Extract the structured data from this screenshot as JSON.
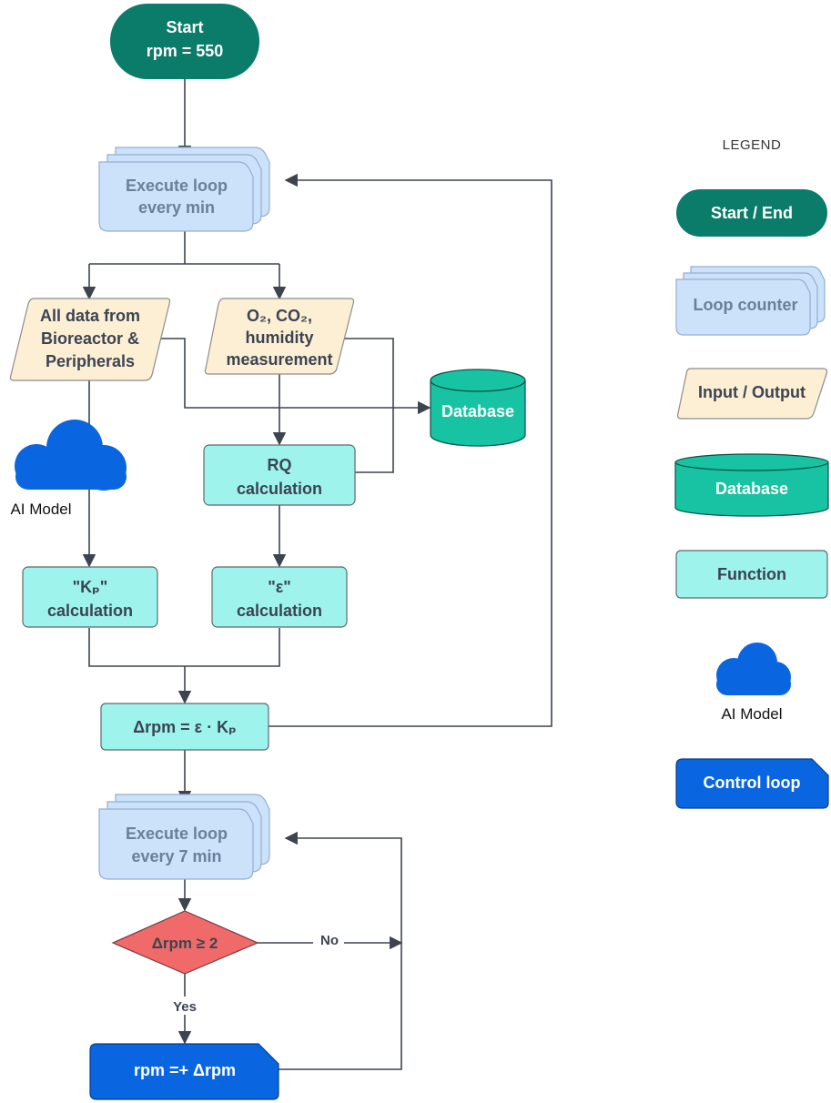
{
  "colors": {
    "start_end": "#0b7b6a",
    "loop_fill": "#cce2fb",
    "loop_stroke": "#93aed0",
    "io_fill": "#fcefd4",
    "database": "#17c3a3",
    "function": "#9ef4ec",
    "decision": "#f06a6a",
    "control_loop": "#0a66e0",
    "cloud": "#0a66e0",
    "line": "#3d4450",
    "text_dark": "#3b4452",
    "text_loop": "#6a7f98"
  },
  "nodes": {
    "start": {
      "line1": "Start",
      "line2": "rpm = 550"
    },
    "loop_min": {
      "line1": "Execute loop",
      "line2": "every min"
    },
    "io_all_data": {
      "line1": "All data from",
      "line2": "Bioreactor &",
      "line3": "Peripherals"
    },
    "io_gas": {
      "line1": "O₂, CO₂,",
      "line2": "humidity",
      "line3": "measurement"
    },
    "database": {
      "label": "Database"
    },
    "ai_model": {
      "label": "AI Model"
    },
    "rq_calc": {
      "line1": "RQ",
      "line2": "calculation"
    },
    "kp_calc": {
      "line1": "\"Kₚ\"",
      "line2": "calculation"
    },
    "eps_calc": {
      "line1": "\"ε\"",
      "line2": "calculation"
    },
    "delta_rpm": {
      "label": "Δrpm = ε · Kₚ"
    },
    "loop_7min": {
      "line1": "Execute loop",
      "line2": "every 7 min"
    },
    "decision": {
      "label": "Δrpm ≥ 2"
    },
    "control": {
      "label": "rpm =+ Δrpm"
    }
  },
  "edge_labels": {
    "no": "No",
    "yes": "Yes"
  },
  "legend": {
    "title": "LEGEND",
    "start_end": "Start / End",
    "loop_counter": "Loop counter",
    "input_output": "Input / Output",
    "database": "Database",
    "function": "Function",
    "ai_model": "AI Model",
    "control_loop": "Control loop"
  }
}
